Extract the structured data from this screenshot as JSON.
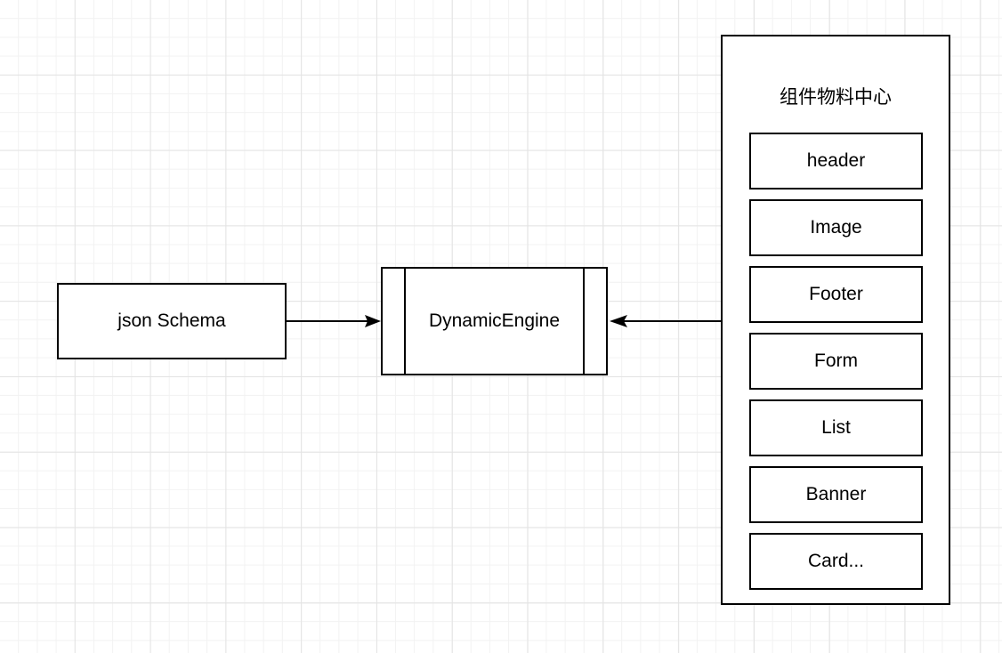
{
  "diagram": {
    "title_text": "组件物料中心",
    "nodes": {
      "json_schema": {
        "label": "json Schema"
      },
      "dynamic_engine": {
        "label": "DynamicEngine"
      }
    },
    "panel": {
      "title": "组件物料中心",
      "components": [
        {
          "label": "header"
        },
        {
          "label": "Image"
        },
        {
          "label": "Footer"
        },
        {
          "label": "Form"
        },
        {
          "label": "List"
        },
        {
          "label": "Banner"
        },
        {
          "label": "Card..."
        }
      ]
    },
    "edges": [
      {
        "name": "json-schema-to-dynamic-engine",
        "from": "json Schema",
        "to": "DynamicEngine",
        "direction": "right"
      },
      {
        "name": "material-center-to-dynamic-engine",
        "from": "组件物料中心",
        "to": "DynamicEngine",
        "direction": "left"
      }
    ],
    "colors": {
      "stroke": "#000000",
      "fill": "#ffffff",
      "grid_minor": "#f2f2f2",
      "grid_major": "#e3e3e3"
    }
  }
}
